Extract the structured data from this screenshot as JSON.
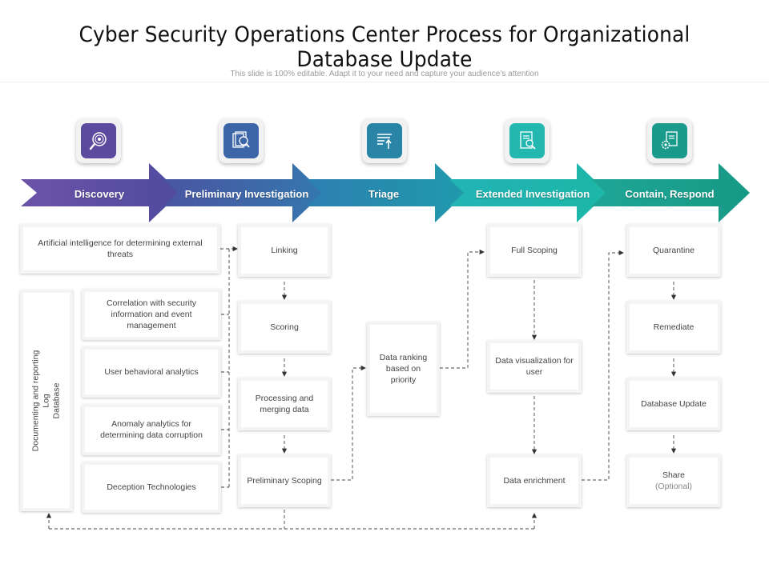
{
  "title": "Cyber Security Operations Center Process for Organizational Database Update",
  "subtitle": "This slide is 100% editable. Adapt it to your need and capture your audience’s attention",
  "colors": {
    "discovery": "#5b4a9e",
    "preliminary": "#3d66a8",
    "triage": "#2a84a6",
    "extended": "#22b8b0",
    "contain": "#1a9a8a"
  },
  "stages": [
    {
      "label": "Discovery",
      "icon": "magnifier-target-icon"
    },
    {
      "label": "Preliminary Investigation",
      "icon": "document-search-icon"
    },
    {
      "label": "Triage",
      "icon": "list-upload-icon"
    },
    {
      "label": "Extended Investigation",
      "icon": "report-search-icon"
    },
    {
      "label": "Contain, Respond",
      "icon": "gear-document-icon"
    }
  ],
  "discovery": {
    "top": "Artificial intelligence for determining external threats",
    "vertical": [
      "Documenting and reporting",
      "Log",
      "Database"
    ],
    "items": [
      "Correlation with security information and event management",
      "User behavioral analytics",
      "Anomaly analytics  for determining data corruption",
      "Deception Technologies"
    ]
  },
  "preliminary": [
    "Linking",
    "Scoring",
    "Processing and merging data",
    "Preliminary Scoping"
  ],
  "triage": [
    "Data ranking based on priority"
  ],
  "extended": [
    "Full Scoping",
    "Data visualization for user",
    "Data enrichment"
  ],
  "contain": {
    "items": [
      "Quarantine",
      "Remediate",
      "Database Update",
      "Share"
    ],
    "share_note": "(Optional)"
  }
}
